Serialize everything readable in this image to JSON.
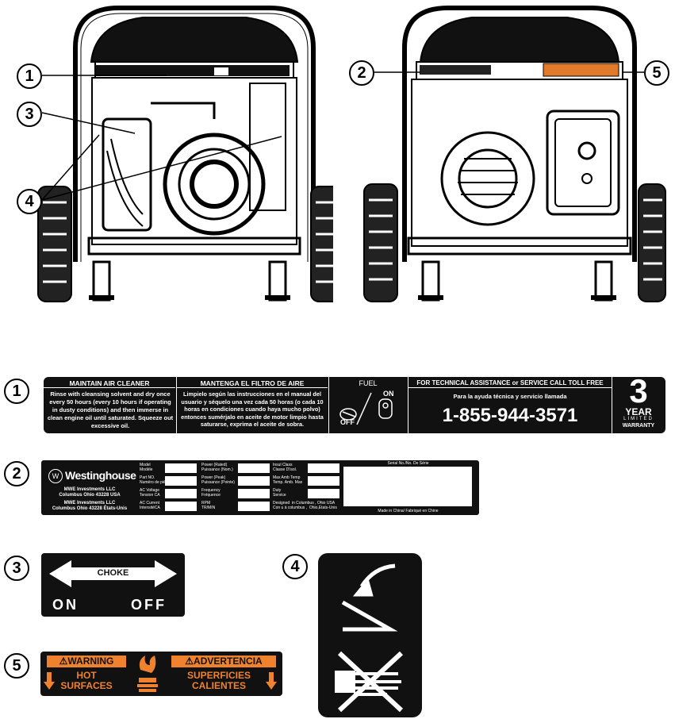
{
  "callouts": [
    "1",
    "2",
    "3",
    "4",
    "5"
  ],
  "label1": {
    "left_title": "MAINTAIN AIR CLEANER",
    "left_body": "Rinse with cleansing solvent and dry once every 50 hours (every 10 hours if operating in dusty conditions) and then immerse in clean engine oil until saturated.  Squeeze out excessive oil.",
    "mid_title": "MANTENGA EL FILTRO DE AIRE",
    "mid_body": "Limpielo según las instrucciones en el manual del usuario y séquelo una vez cada 50 horas (o cada 10 horas en condiciones cuando haya mucho polvo) entonces sumérjalo en aceite de motor limpio hasta saturarse, exprima el aceite de sobra.",
    "fuel": "FUEL",
    "fuel_on": "ON",
    "fuel_off": "OFF",
    "tech_title": "FOR TECHNICAL ASSISTANCE or SERVICE CALL TOLL FREE",
    "tech_sub": "Para la ayuda técnica y servicio llamada",
    "phone": "1-855-944-3571",
    "warranty_num": "3",
    "warranty_year": "YEAR",
    "warranty_limited": "LIMITED",
    "warranty_word": "WARRANTY"
  },
  "label2": {
    "brand": "Westinghouse",
    "addr1": "MWE Investments LLC",
    "addr2": "Columbus Ohio 43228 USA",
    "addr3": "MWE Investments LLC",
    "addr4": "Columbus Ohio 43228 États-Unis",
    "fields_col1": [
      "Model\nModèle",
      "Part NO.\nNuméro de pièce",
      "AC Voltage\nTension CA",
      "AC Current\nIntensitéCA"
    ],
    "fields_col2": [
      "Power (Rated)\nPuissance (Nom.)",
      "Power (Peak)\nPuissance (Pointe)",
      "Frequency\nFréquence",
      "RPM\nTR/MIN"
    ],
    "fields_col3": [
      "Insul Class\nClasse D'isol.",
      "Max Amb Temp\nTemp. Amb. Max",
      "Duty\nService",
      "Designed  in Columbus , Ohio USA\nCon u à columbus ,  Ohio,Etats-Unis"
    ],
    "serial": "Serial No./No. De Série",
    "made_in": "Made in China/ Fabriqué en Chine"
  },
  "label3": {
    "choke": "CHOKE",
    "on": "ON",
    "off": "OFF"
  },
  "label5": {
    "warning": "⚠WARNING",
    "hot1": "HOT",
    "hot2": "SURFACES",
    "advertencia": "⚠ADVERTENCIA",
    "sup1": "SUPERFICIES",
    "sup2": "CALIENTES"
  }
}
